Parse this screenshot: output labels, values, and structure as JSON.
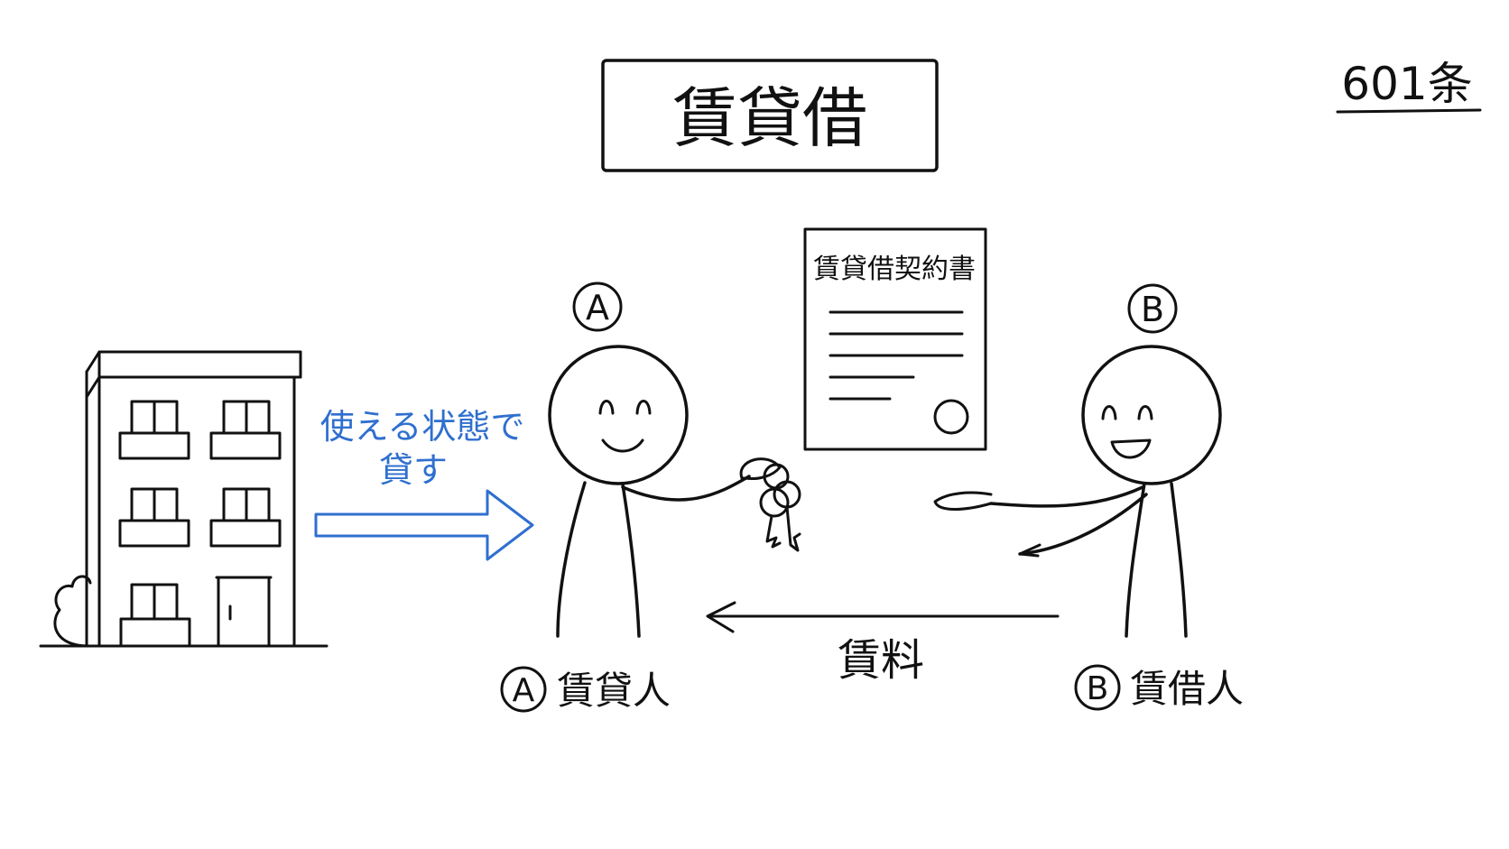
{
  "title": "賃貸借",
  "article": "601条",
  "contract": {
    "title": "賃貸借契約書"
  },
  "party_a": {
    "marker": "A",
    "label": "賃貸人"
  },
  "party_b": {
    "marker": "B",
    "label": "賃借人"
  },
  "building_arrow": {
    "line1": "使える状態で",
    "line2": "貸す"
  },
  "rent_arrow": {
    "label": "賃料"
  },
  "colors": {
    "ink": "#111111",
    "accent": "#2f6fcf",
    "background": "#ffffff"
  }
}
